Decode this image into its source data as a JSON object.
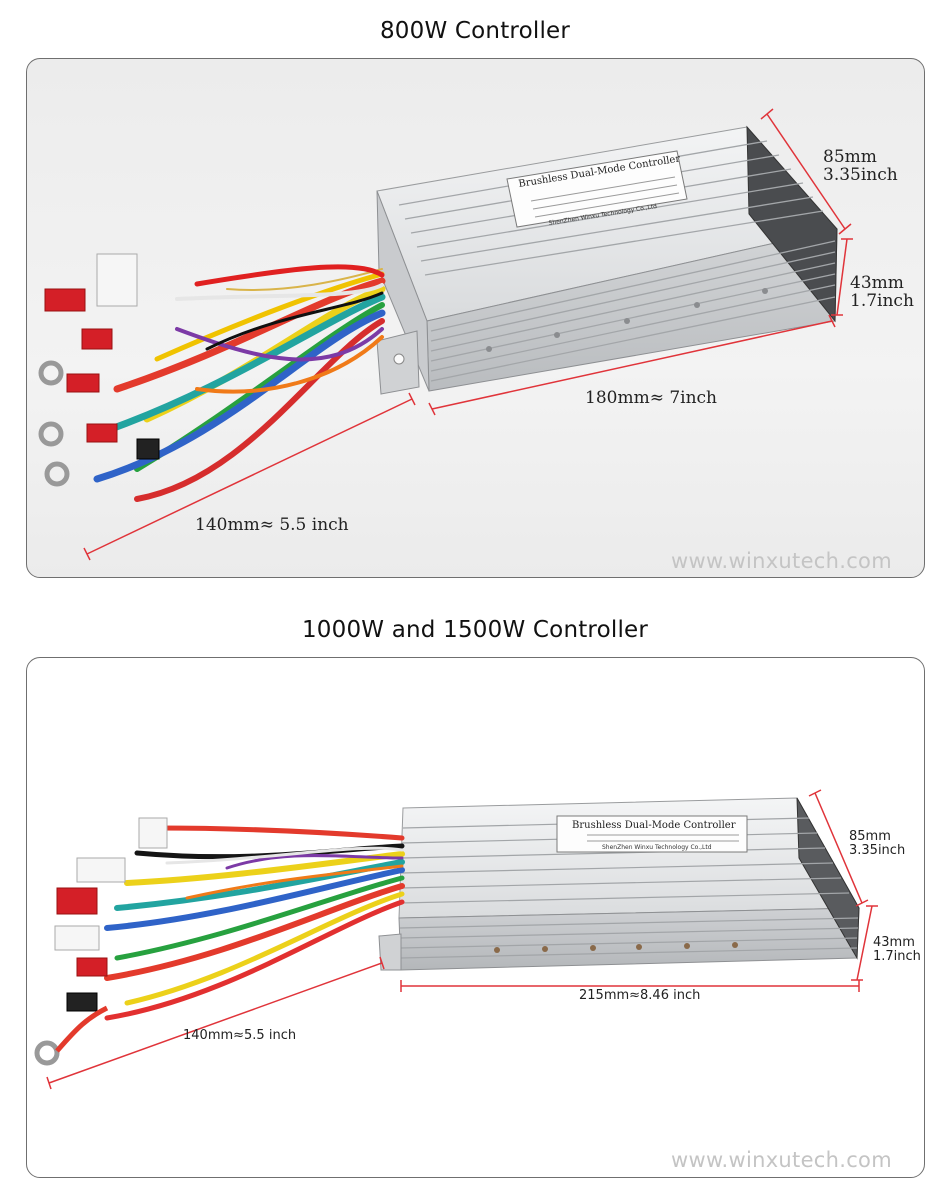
{
  "section1": {
    "title": "800W Controller",
    "dims": {
      "height_mm": "85mm",
      "height_in": "3.35inch",
      "thickness_mm": "43mm",
      "thickness_in": "1.7inch",
      "length": "180mm≈ 7inch",
      "cable": "140mm≈ 5.5 inch"
    },
    "label_title": "Brushless Dual-Mode Controller",
    "label_footer": "ShenZhen Winxu Technology Co.,Ltd",
    "watermark": "www.winxutech.com"
  },
  "section2": {
    "title": "1000W and 1500W Controller",
    "dims": {
      "height_mm": "85mm",
      "height_in": "3.35inch",
      "thickness_mm": "43mm",
      "thickness_in": "1.7inch",
      "length": "215mm≈8.46 inch",
      "cable": "140mm≈5.5 inch"
    },
    "label_title": "Brushless Dual-Mode Controller",
    "label_footer": "ShenZhen Winxu Technology Co.,Ltd",
    "watermark": "www.winxutech.com"
  },
  "colors": {
    "dimension_line": "#e0343a",
    "housing": "#d6d8da"
  }
}
